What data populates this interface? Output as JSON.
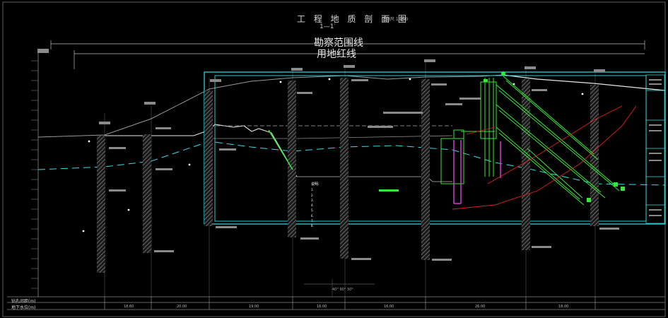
{
  "drawing": {
    "title": "工 程 地 质 剖 面 图",
    "scale_note": "比例尺 1:200",
    "section_id": "1—1′",
    "survey_boundary_label": "勘察范围线",
    "red_line_label": "用地红线",
    "notes_title": "说明:",
    "notes": [
      "1.",
      "2.",
      "3.",
      "4.",
      "5.",
      "6.",
      "7.",
      "8."
    ],
    "bottom_rows": [
      "钻孔间距(m)",
      "地下水位(m)"
    ],
    "distances": [
      "18.60",
      "20.00",
      "19.00",
      "16.00",
      "16.00",
      "26.00",
      "18.00"
    ],
    "axis_note": "40°  90°  30°"
  },
  "colors": {
    "background": "#000000",
    "frame_cyan": "#35e0e6",
    "support_green": "#38e838",
    "magenta": "#e040e0",
    "red": "#e02020",
    "line_white": "#e0e0e0",
    "line_gray": "#9a9a9a"
  }
}
